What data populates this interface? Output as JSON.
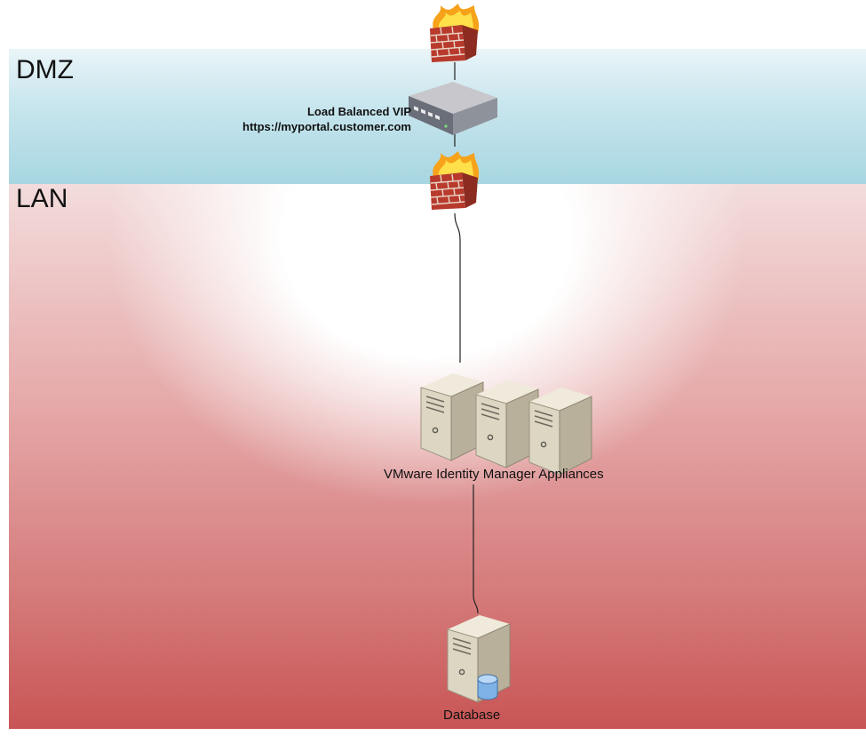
{
  "zones": {
    "dmz": {
      "label": "DMZ",
      "color": "#a7d6e1"
    },
    "lan": {
      "label": "LAN",
      "color": "#c95555"
    }
  },
  "load_balancer": {
    "label_line1": "Load Balanced VIP",
    "label_line2": "https://myportal.customer.com"
  },
  "appliances": {
    "label": "VMware Identity Manager Appliances"
  },
  "database": {
    "label": "Database"
  },
  "icons": [
    "firewall-icon",
    "load-balancer-icon",
    "server-icon",
    "database-icon"
  ]
}
